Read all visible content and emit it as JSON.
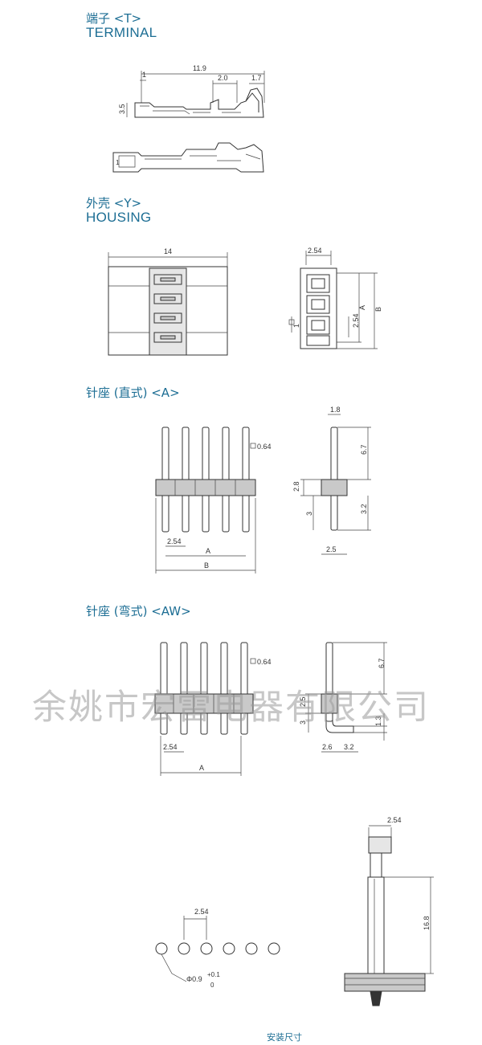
{
  "sections": {
    "terminal": {
      "cn": "端子 <T>",
      "en": "TERMINAL"
    },
    "housing": {
      "cn": "外壳 <Y>",
      "en": "HOUSING"
    },
    "header_straight": {
      "cn": "针座 (直式) <A>"
    },
    "header_angle": {
      "cn": "针座 (弯式) <AW>"
    }
  },
  "dims": {
    "t_11_9": "11.9",
    "t_2_0": "2.0",
    "t_1_7": "1.7",
    "t_1": "1",
    "t_3_5": "3.5",
    "h_14": "14",
    "h_2_54_top": "2.54",
    "h_1": "1",
    "h_2_54_side": "2.54",
    "h_a": "A",
    "h_b": "B",
    "s_1_8": "1.8",
    "s_0_64": "0.64",
    "s_6_7": "6.7",
    "s_2_8": "2.8",
    "s_3_2": "3.2",
    "s_3": "3",
    "s_2_54": "2.54",
    "s_a": "A",
    "s_b": "B",
    "s_2_5": "2.5",
    "w_0_64": "0.64",
    "w_6_7": "6.7",
    "w_2_5": "2.5",
    "w_3": "3",
    "w_1_3": "1.3",
    "w_2_54": "2.54",
    "w_2_6": "2.6",
    "w_3_2": "3.2",
    "w_a": "A",
    "p_2_54_holes": "2.54",
    "p_hole_dia": "Φ0.9",
    "p_tol_plus": "+0.1",
    "p_tol_zero": "0",
    "p_2_54_pin": "2.54",
    "p_16_8": "16.8"
  },
  "watermark": "余姚市宏雷电器有限公司",
  "caption": "安装尺寸"
}
